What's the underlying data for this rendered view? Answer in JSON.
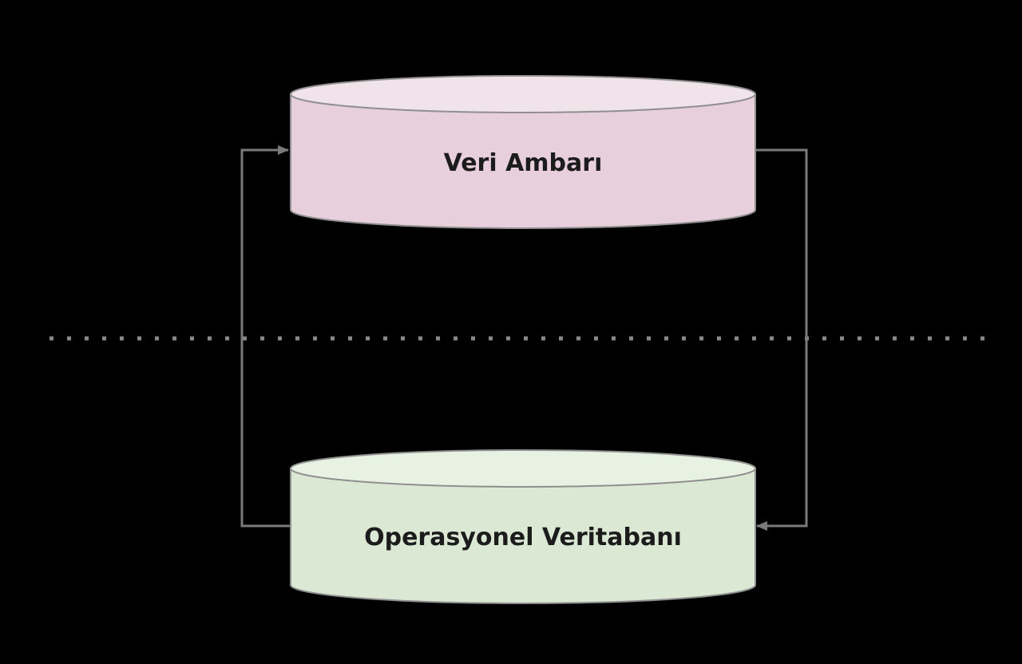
{
  "diagram": {
    "nodes": {
      "top": {
        "label": "Veri Ambarı",
        "fill": "#e8cfdc",
        "top_fill": "#f1e3ea"
      },
      "bottom": {
        "label": "Operasyonel Veritabanı",
        "fill": "#dbe9d4",
        "top_fill": "#e8f2e3"
      }
    },
    "edges": [
      {
        "from": "bottom",
        "to": "top"
      },
      {
        "from": "top",
        "to": "bottom"
      }
    ],
    "colors": {
      "background": "#000000",
      "outline": "#8f8f8f",
      "connector": "#7a7a7a",
      "separator": "#8a8a8a",
      "text": "#1c1c1c"
    }
  }
}
